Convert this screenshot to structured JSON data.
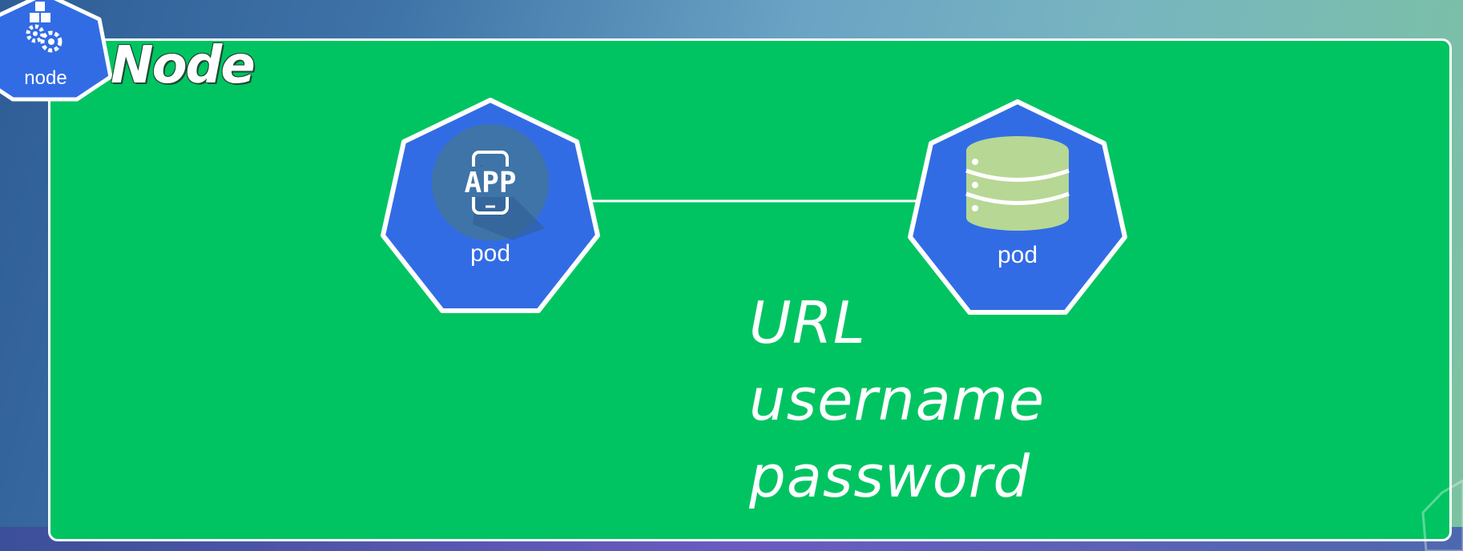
{
  "node": {
    "title": "Node",
    "badge_label": "node",
    "badge_icon": "node-cubes-gear-icon"
  },
  "pods": [
    {
      "label": "pod",
      "icon": "app-phone-icon"
    },
    {
      "label": "pod",
      "icon": "database-icon"
    }
  ],
  "credentials": [
    "URL",
    "username",
    "password"
  ],
  "colors": {
    "node_background": "#00c462",
    "pod_blue": "#326ce5",
    "border": "#ffffff",
    "database": "#b7d794"
  }
}
